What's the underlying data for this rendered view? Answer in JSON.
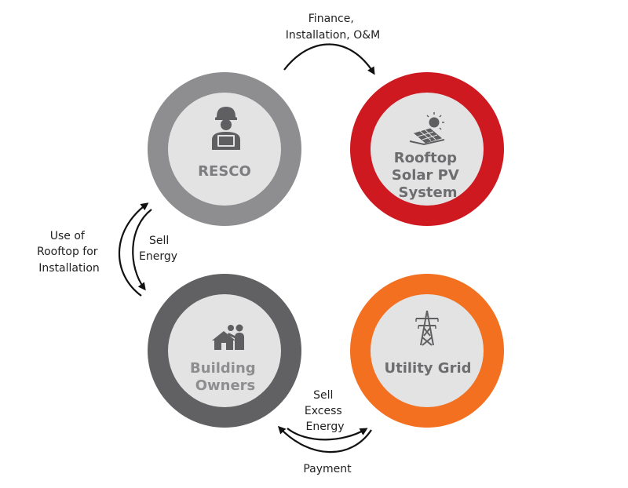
{
  "nodes": {
    "resco": {
      "lines": [
        "RESCO"
      ],
      "ring_color": "#8e8e90",
      "inner_color": "#e3e3e4",
      "text_color": "#7d7d80",
      "icon": "engineer-laptop-icon"
    },
    "rooftop": {
      "lines": [
        "Rooftop",
        "Solar PV",
        "System"
      ],
      "ring_color": "#cf1920",
      "inner_color": "#e3e3e4",
      "text_color": "#6d6d70",
      "icon": "solar-panel-sun-icon"
    },
    "owners": {
      "lines": [
        "Building",
        "Owners"
      ],
      "ring_color": "#616163",
      "inner_color": "#e3e3e4",
      "text_color": "#8e8e90",
      "icon": "house-person-icon"
    },
    "grid": {
      "lines": [
        "Utility Grid"
      ],
      "ring_color": "#f37021",
      "inner_color": "#e3e3e4",
      "text_color": "#6d6d70",
      "icon": "transmission-tower-icon"
    }
  },
  "flows": {
    "finance": [
      "Finance,",
      "Installation, O&M"
    ],
    "use_rooftop": [
      "Use of",
      "Rooftop for",
      "Installation"
    ],
    "sell_energy": [
      "Sell",
      "Energy"
    ],
    "sell_excess": [
      "Sell",
      "Excess",
      "Energy"
    ],
    "payment": [
      "Payment"
    ]
  },
  "colors": {
    "arrow": "#111111",
    "icon": "#5f5f62",
    "label": "#222222"
  }
}
